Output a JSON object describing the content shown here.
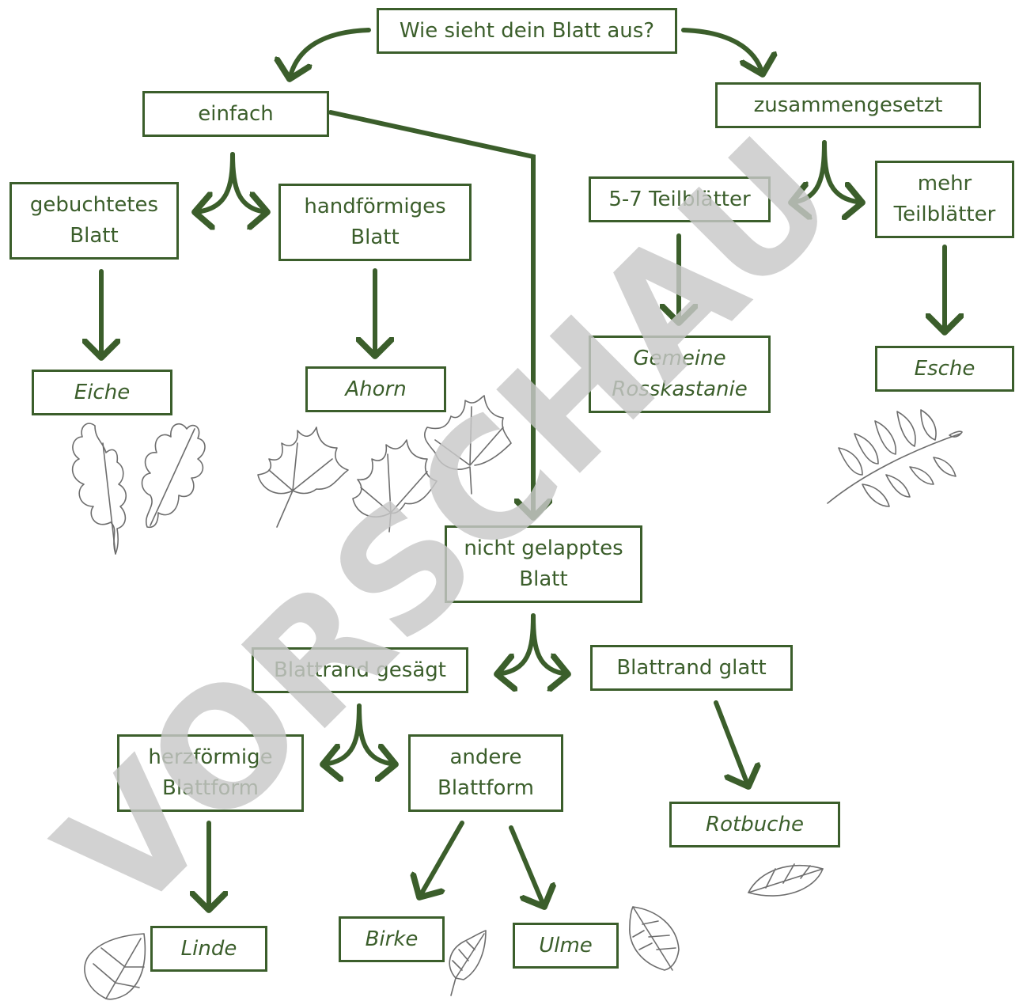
{
  "diagram": {
    "root": "Wie sieht dein Blatt aus?",
    "einfach": "einfach",
    "zusammengesetzt": "zusammengesetzt",
    "gebuchtet": [
      "gebuchtetes",
      "Blatt"
    ],
    "handfoermig": [
      "handförmiges",
      "Blatt"
    ],
    "teilblaetter57": "5-7 Teilblätter",
    "mehr_teil": [
      "mehr",
      "Teilblätter"
    ],
    "eiche": "Eiche",
    "ahorn": "Ahorn",
    "rosskastanie": [
      "Gemeine",
      "Rosskastanie"
    ],
    "esche": "Esche",
    "nicht_gelappt": [
      "nicht gelapptes",
      "Blatt"
    ],
    "gesaegt": "Blattrand gesägt",
    "glatt": "Blattrand glatt",
    "herzfoermig": [
      "herzförmige",
      "Blattform"
    ],
    "andere": [
      "andere",
      "Blattform"
    ],
    "rotbuche": "Rotbuche",
    "linde": "Linde",
    "birke": "Birke",
    "ulme": "Ulme"
  },
  "watermark": "VORSCHAU",
  "colors": {
    "green": "#3b5e2b",
    "watermark": "#c8c8c8",
    "leaf_stroke": "#6d6d6d"
  }
}
